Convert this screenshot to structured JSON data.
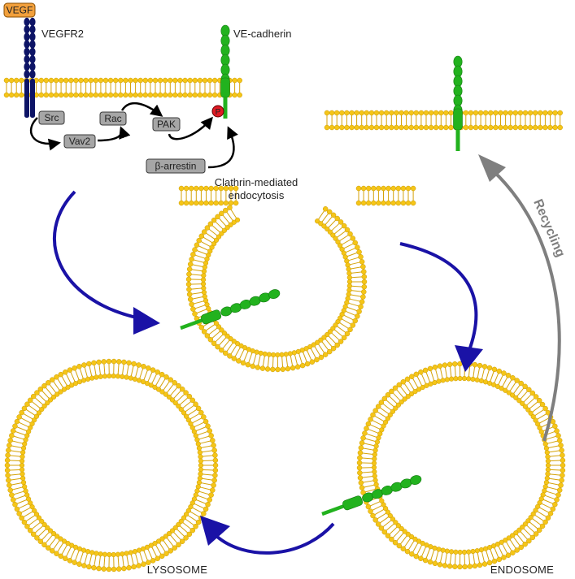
{
  "labels": {
    "vegf": "VEGF",
    "vegfr2": "VEGFR2",
    "ve_cadherin": "VE-cadherin",
    "src": "Src",
    "vav2": "Vav2",
    "rac": "Rac",
    "pak": "PAK",
    "beta_arrestin": "β-arrestin",
    "phospho": "P",
    "clathrin_line1": "Clathrin-mediated",
    "clathrin_line2": "endocytosis",
    "recycling": "Recycling",
    "endosome": "ENDOSOME",
    "lysosome": "LYSOSOME"
  },
  "colors": {
    "lipid_head": "#f5c518",
    "lipid_head_edge": "#c99a00",
    "lipid_tail": "#d4a20a",
    "vegf_fill": "#f2a03c",
    "receptor": "#0d1466",
    "cadherin": "#22b21e",
    "cadherin_edge": "#137a10",
    "signal_box": "#a6a6a6",
    "signal_box_edge": "#3a3a3a",
    "phospho_fill": "#e01b24",
    "blue_arrow": "#1a12a6",
    "grey_arrow": "#7f7f7f",
    "black_arrow": "#000000"
  }
}
